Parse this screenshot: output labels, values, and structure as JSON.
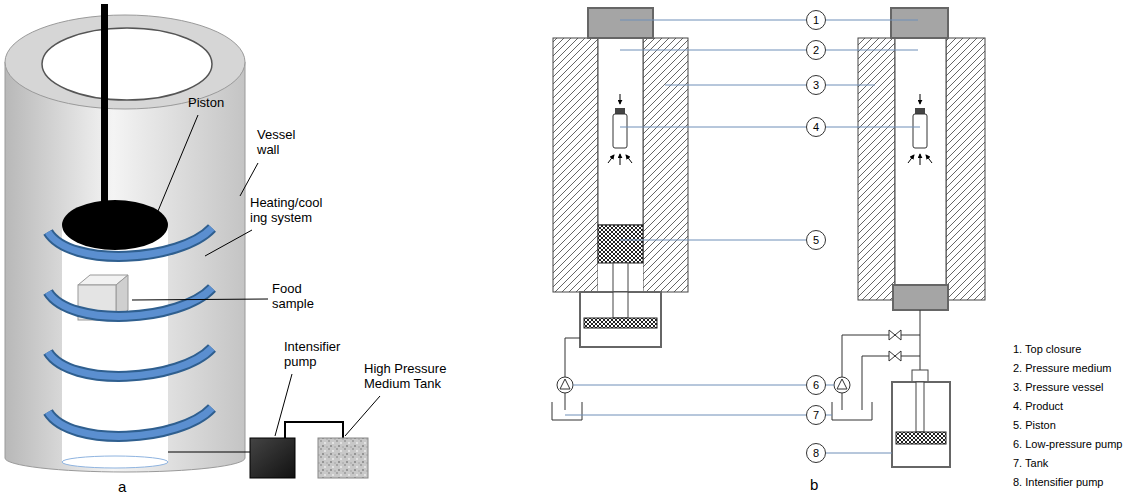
{
  "diagram": {
    "nodes": [
      {
        "text": [
          "1"
        ]
      },
      {
        "text": [
          "2"
        ]
      },
      {
        "text": [
          "3"
        ]
      },
      {
        "text": [
          "4"
        ]
      },
      {
        "text": [
          "5"
        ]
      },
      {
        "text": [
          "6"
        ]
      },
      {
        "text": [
          "7"
        ]
      },
      {
        "text": [
          "8"
        ]
      }
    ],
    "labels": [
      "Piston",
      "Vessel wall",
      "Heating/cool ing system",
      "Food sample",
      "Intensifier pump",
      "High Pressure Medium Tank",
      "a",
      "1. Top closure",
      "2. Pressure medium",
      "3. Pressure vessel",
      "4. Product",
      "5. Piston",
      "6. Low-pressure pump",
      "7. Tank",
      "8. Intensifier pump",
      "b"
    ]
  }
}
